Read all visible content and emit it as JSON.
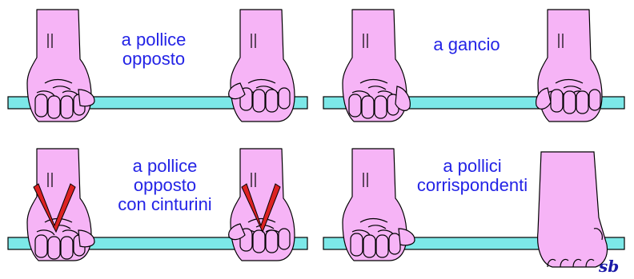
{
  "colors": {
    "skin": "#f6b4f6",
    "outline": "#000000",
    "bar": "#7ce8e8",
    "strap": "#dd2222",
    "text": "#2323e6"
  },
  "panels": [
    {
      "lines": [
        "a pollice",
        "opposto"
      ]
    },
    {
      "lines": [
        "a gancio"
      ]
    },
    {
      "lines": [
        "a pollice",
        "opposto",
        "con cinturini"
      ]
    },
    {
      "lines": [
        "a pollici",
        "corrispondenti"
      ]
    }
  ],
  "signature": "sb"
}
